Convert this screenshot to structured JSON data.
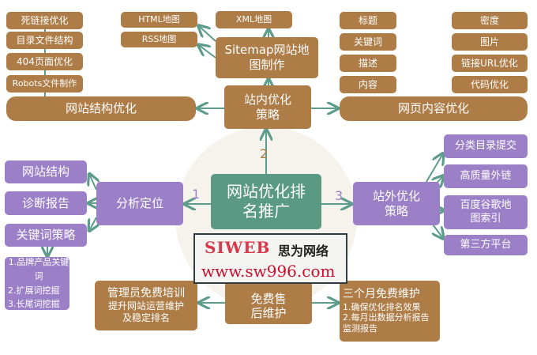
{
  "center": "网站优化排名推广",
  "onsite": {
    "title": "站内优化策略",
    "structure": "网站结构优化",
    "structure_items": [
      "死链接优化",
      "目录文件结构",
      "404页面优化",
      "Robots文件制作"
    ],
    "sitemap": "Sitemap网站地图制作",
    "sitemap_items": [
      "HTML地图",
      "RSS地图",
      "XML地图"
    ],
    "content": "网页内容优化",
    "content_items_left": [
      "标题",
      "关键词",
      "描述",
      "内容"
    ],
    "content_items_right": [
      "密度",
      "图片",
      "链接URL优化",
      "代码优化"
    ]
  },
  "analysis": {
    "title": "分析定位",
    "items": [
      "网站结构",
      "诊断报告",
      "关键词策略"
    ],
    "keyword_list": [
      "1.品牌产品关键词",
      "2.扩展词挖掘",
      "3.长尾词挖掘"
    ]
  },
  "offsite": {
    "title": "站外优化策略",
    "items": [
      "分类目录提交",
      "高质量外链",
      "百度谷歌地图索引",
      "第三方平台"
    ]
  },
  "service": {
    "title": "免费售后维护",
    "training_title": "管理员免费培训",
    "training_desc": "提升网站运营维护及稳定排名",
    "maintenance_title": "三个月免费维护",
    "maintenance_items": [
      "1.确保优化排名效果",
      "2.每月出数据分析报告 监测报告"
    ]
  },
  "numbers": [
    "1",
    "2",
    "3"
  ],
  "logo": {
    "brand": "SIWEB",
    "name": "思为网络",
    "url": "www.sw996.com"
  }
}
